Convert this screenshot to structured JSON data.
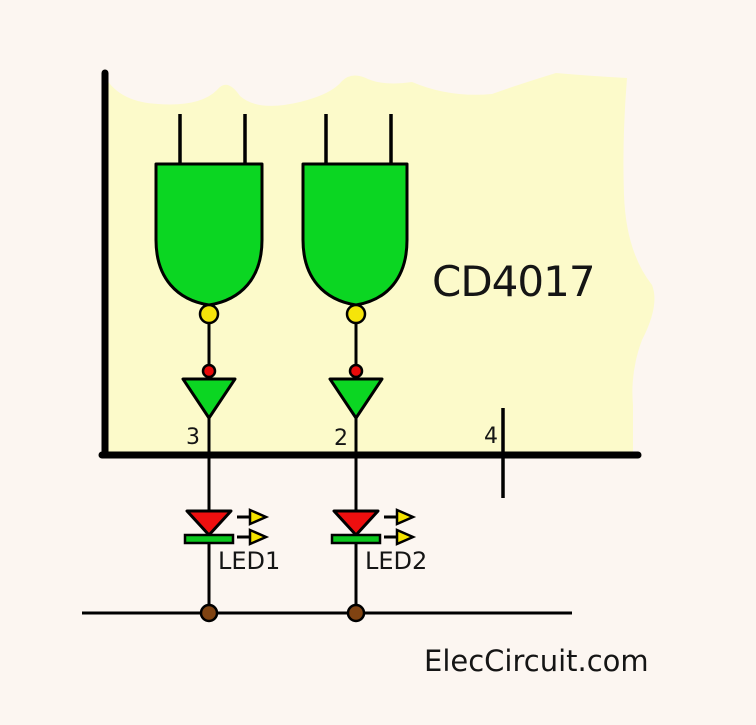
{
  "ic": {
    "label": "CD4017"
  },
  "pins": {
    "pin3": "3",
    "pin2": "2",
    "pin4": "4"
  },
  "leds": {
    "led1": "LED1",
    "led2": "LED2"
  },
  "watermark": "ElecCircuit.com",
  "icons": {
    "inversion_bubble": "small yellow circle at gate output",
    "logic_state_dot": "small red dot above inverter",
    "light_arrow": "yellow right-pointing arrow (LED light emission)",
    "junction_dot": "brown filled circle on wire junction"
  },
  "colors": {
    "background": "#FCF6F1",
    "ic_body": "#FCFACA",
    "gate_green": "#0BD622",
    "bubble_yellow": "#F5E40A",
    "dot_red": "#E80A0A",
    "led_red": "#EE0F0F",
    "led_bar_green": "#0CC81E",
    "arrow_yellow": "#F5E400",
    "junction_brown": "#804312",
    "line_black": "#000000"
  }
}
